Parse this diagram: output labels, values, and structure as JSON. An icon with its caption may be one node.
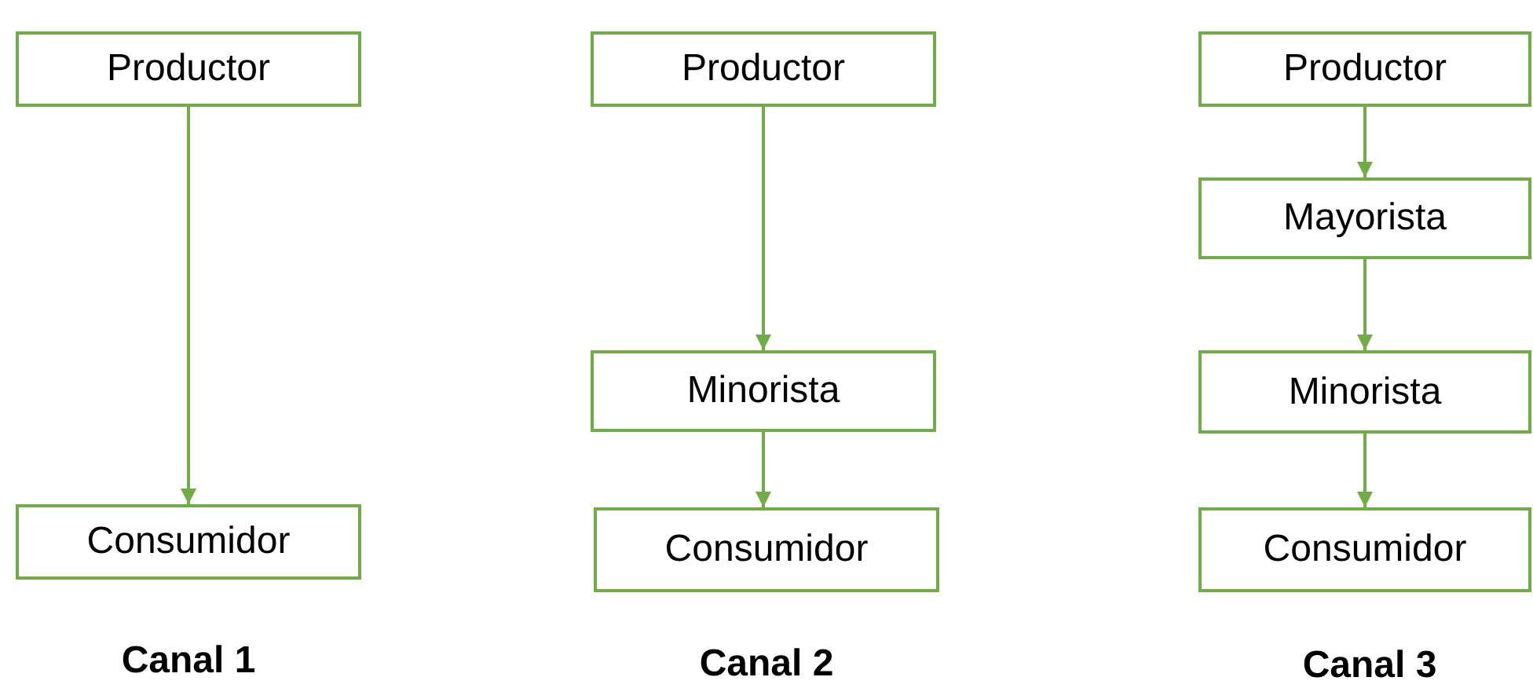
{
  "diagram": {
    "nodes": [
      {
        "text": [
          "Productor"
        ]
      },
      {
        "text": [
          "Consumidor"
        ]
      },
      {
        "text": [
          "Productor"
        ]
      },
      {
        "text": [
          "Minorista"
        ]
      },
      {
        "text": [
          "Consumidor"
        ]
      },
      {
        "text": [
          "Productor"
        ]
      },
      {
        "text": [
          "Mayorista"
        ]
      },
      {
        "text": [
          "Minorista"
        ]
      },
      {
        "text": [
          "Consumidor"
        ]
      }
    ],
    "edges": [
      {
        "from": 0,
        "to": 1,
        "arrow": "to"
      },
      {
        "from": 2,
        "to": 3,
        "arrow": "to"
      },
      {
        "from": 3,
        "to": 4,
        "arrow": "to"
      },
      {
        "from": 5,
        "to": 6,
        "arrow": "to"
      },
      {
        "from": 6,
        "to": 7,
        "arrow": "to"
      },
      {
        "from": 7,
        "to": 8,
        "arrow": "to"
      }
    ],
    "labels": [
      "Canal 1",
      "Canal 2",
      "Canal 3"
    ]
  }
}
